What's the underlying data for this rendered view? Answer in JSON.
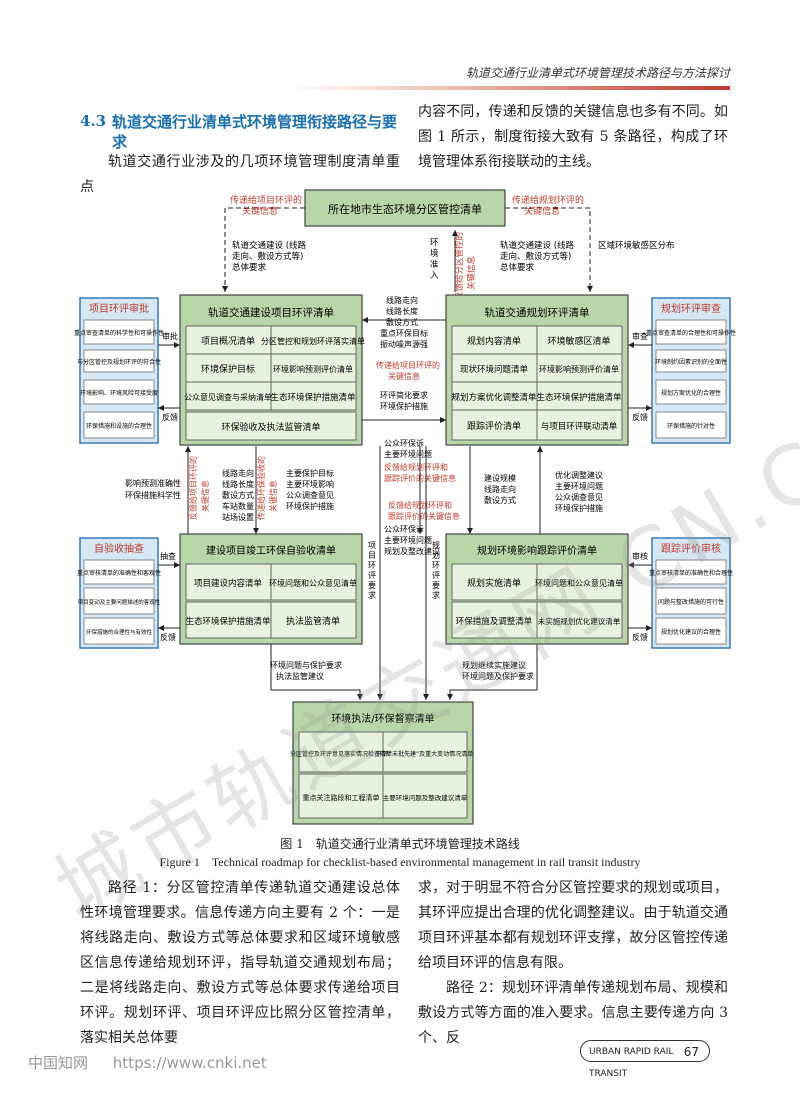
{
  "header": {
    "journal_title": "轨道交通行业清单式环境管理技术路径与方法探讨"
  },
  "section": {
    "number": "4.3",
    "title": "轨道交通行业清单式环境管理衔接路径与要求"
  },
  "paragraphs": {
    "intro_left": "轨道交通行业涉及的几项环境管理制度清单重点",
    "intro_right": "内容不同，传递和反馈的关键信息也多有不同。如图 1 所示，制度衔接大致有 5 条路径，构成了环境管理体系衔接联动的主线。",
    "path1_left": "路径 1：分区管控清单传递轨道交通建设总体性环境管理要求。信息传递方向主要有 2 个：一是将线路走向、敷设方式等总体要求和区域环境敏感区信息传递给规划环评，指导轨道交通规划布局；二是将线路走向、敷设方式等总体要求传递给项目环评。规划环评、项目环评应比照分区管控清单，落实相关总体要",
    "path1_right": "求，对于明显不符合分区管控要求的规划或项目，其环评应提出合理的优化调整建议。由于轨道交通项目环评基本都有规划环评支撑，故分区管控传递给项目环评的信息有限。",
    "path2_right": "路径 2：规划环评清单传递规划布局、规模和敷设方式等方面的准入要求。信息主要传递方向 3 个、反"
  },
  "diagram": {
    "top": "所在地市生态环境分区管控清单",
    "top_left_red": [
      "传递给项目环评的",
      "关键信息"
    ],
    "top_right_red": [
      "传递给规划环评的",
      "关键信息"
    ],
    "top_left_black": [
      "轨道交通建设 (线路",
      "走向、敷设方式等)",
      "总体要求"
    ],
    "top_right_black": [
      "轨道交通建设 (线路",
      "走向、敷设方式等)",
      "总体要求"
    ],
    "region_sensitive": "区域环境敏感区分布",
    "env_access": [
      "环",
      "境",
      "准",
      "入"
    ],
    "feedback_to_zone": [
      "反馈给分区管控的",
      "关键信息"
    ],
    "project_eia": {
      "title": "轨道交通建设项目环评清单",
      "cells": [
        "项目概况清单",
        "分区管控和规划环评落实清单",
        "环境保护目标",
        "环境影响预测评价清单",
        "公众意见调查与采纳清单",
        "生态环境保护措施清单"
      ],
      "bottom": "环保验收及执法监管清单"
    },
    "plan_eia": {
      "title": "轨道交通规划环评清单",
      "cells": [
        "规划内容清单",
        "环境敏感区清单",
        "现状环境问题清单",
        "环境影响预测评价清单",
        "规划方案优化调整清单",
        "生态环境保护措施清单"
      ],
      "bottom_left": "跟踪评价清单",
      "bottom_right": "与项目环评联动清单"
    },
    "mid_black1": [
      "线路走向",
      "线路长度",
      "敷设方式",
      "重点环保目标",
      "振动噪声源强"
    ],
    "mid_red1": [
      "传递给项目环评的",
      "关键信息"
    ],
    "mid_black2": [
      "环评简化要求",
      "环境保护措施"
    ],
    "mid_black3": [
      "公众环保诉",
      "主要环境问题"
    ],
    "mid_red2": [
      "反馈给规划环评和",
      "跟踪评价的关键信息"
    ],
    "mid_red3": [
      "反馈给规划环评和",
      "跟踪评价的关键信息"
    ],
    "left_panel1": {
      "title": "项目环评审批",
      "items": [
        "重点审查清单的科学性和可操作性",
        "与分区管控及规划环评的符合性",
        "环境影响、环境风险可接受度",
        "环保措施和设施的合理性"
      ],
      "arrow_in": "审批",
      "arrow_out": "反馈"
    },
    "right_panel1": {
      "title": "规划环评审查",
      "items": [
        "重点审查清单的合理性和可操作性",
        "环境制约因素识别的全面性",
        "规划方案优化的合理性",
        "环保措施的针对性"
      ],
      "arrow_in": "审查",
      "arrow_out": "反馈"
    },
    "left_side_text": [
      "影响预测准确性",
      "环保措施科学性"
    ],
    "vert_red_left": [
      "反馈给项目环评的",
      "关键信息"
    ],
    "vert_red_left2": [
      "传递给环保验收的",
      "关键信息"
    ],
    "mid_low_black1": [
      "线路走向",
      "线路长度",
      "敷设方式",
      "车站数量",
      "站场设置"
    ],
    "mid_low_black2": [
      "主要保护目标",
      "主要环境影响",
      "公众调查意见",
      "环境保护措施"
    ],
    "mid_low_black3": [
      "建设规模",
      "线路走向",
      "敷设方式"
    ],
    "mid_low_red": [
      "反馈给规划环评和",
      "跟踪评价的关键信息"
    ],
    "mid_low_black4": [
      "公众环保诉",
      "主要环境问题",
      "规划及整改建议"
    ],
    "right_side_text": [
      "优化调整建议",
      "主要环境问题",
      "公众调查意见",
      "环境保护措施"
    ],
    "project_eia_vert": [
      "项",
      "目",
      "环",
      "评",
      "要",
      "求"
    ],
    "plan_eia_vert": [
      "规",
      "划",
      "环",
      "评",
      "要",
      "求"
    ],
    "acceptance": {
      "title": "建设项目竣工环保自验收清单",
      "cells": [
        "项目建设内容清单",
        "环境问题和公众意见清单",
        "生态环境保护措施清单",
        "执法监管清单"
      ]
    },
    "tracking": {
      "title": "规划环境影响跟踪评价清单",
      "cells": [
        "规划实施清单",
        "环境问题和公众意见清单",
        "环保措施及调整清单",
        "未实施规划优化建议清单"
      ]
    },
    "left_panel2": {
      "title": "自验收抽查",
      "items": [
        "重点审核清单的准确性和客观性",
        "项目变动及主要问题描述的客观性",
        "环保措施的合理性与有效性"
      ],
      "arrow_in": "抽查",
      "arrow_out": "反馈"
    },
    "right_panel2": {
      "title": "跟踪评价审核",
      "items": [
        "重点审核清单的准确性和合理性",
        "问题与整改措施的可行性",
        "规划优化建议的合理性"
      ],
      "arrow_in": "审核",
      "arrow_out": "反馈"
    },
    "low_black_left": [
      "环境问题与保护要求",
      "执法监管建议"
    ],
    "low_black_right": [
      "规划继续实施建议",
      "环境问题及保护要求"
    ],
    "enforcement": {
      "title": "环境执法/环保督察清单",
      "cells": [
        "分区管控及环评意见落实情况检查清单",
        "环评“未批先建”及重大变动情况清单",
        "重点关注路段和工程清单",
        "主要环境问题及整改建议清单"
      ]
    }
  },
  "watermark": "城市轨道交通网 CN.COM",
  "figure": {
    "caption_cn": "图 1　轨道交通行业清单式环境管理技术路线",
    "caption_en": "Figure 1　Technical roadmap for checklist-based environmental management in rail transit industry"
  },
  "footer": {
    "source": "中国知网",
    "url": "https://www.cnki.net",
    "journal_en": "URBAN RAPID RAIL TRANSIT",
    "page": "67"
  }
}
